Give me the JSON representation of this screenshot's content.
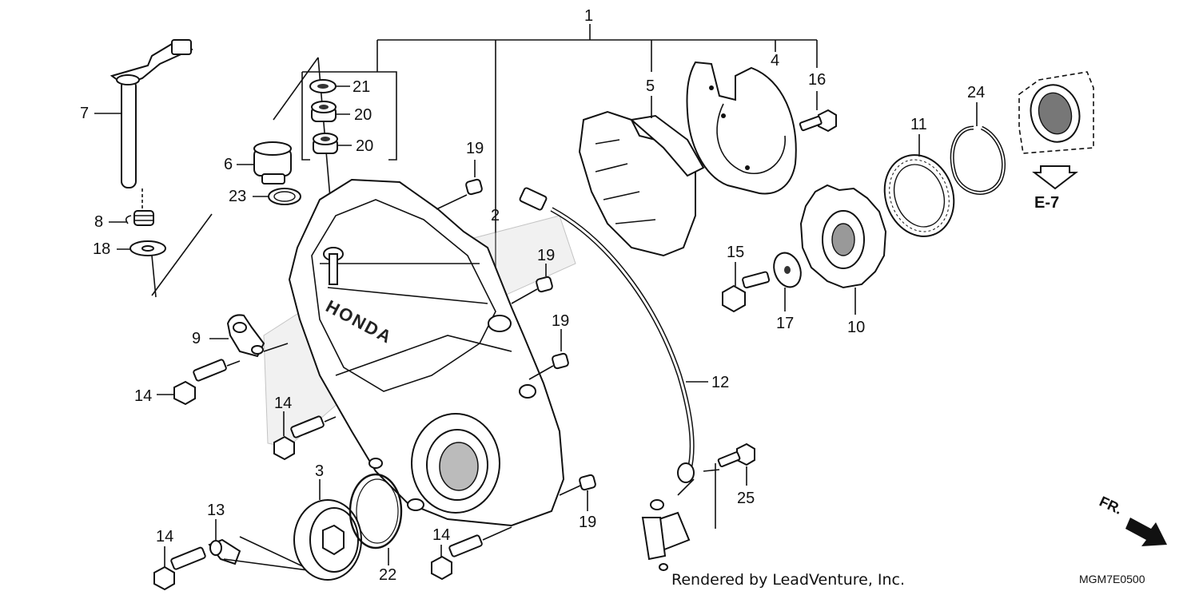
{
  "diagram": {
    "callouts": [
      "1",
      "2",
      "3",
      "4",
      "5",
      "6",
      "7",
      "8",
      "9",
      "10",
      "11",
      "12",
      "13",
      "14",
      "14",
      "14",
      "14",
      "15",
      "16",
      "17",
      "18",
      "19",
      "19",
      "19",
      "19",
      "20",
      "20",
      "21",
      "22",
      "23",
      "24",
      "25"
    ],
    "labels": {
      "p1": "1",
      "p2": "2",
      "p3": "3",
      "p4": "4",
      "p5": "5",
      "p6": "6",
      "p7": "7",
      "p8": "8",
      "p9": "9",
      "p10": "10",
      "p11": "11",
      "p12": "12",
      "p13": "13",
      "p14a": "14",
      "p14b": "14",
      "p14c": "14",
      "p14d": "14",
      "p15": "15",
      "p16": "16",
      "p17": "17",
      "p18": "18",
      "p19a": "19",
      "p19b": "19",
      "p19c": "19",
      "p19d": "19",
      "p20a": "20",
      "p20b": "20",
      "p21": "21",
      "p22": "22",
      "p23": "23",
      "p24": "24",
      "p25": "25"
    },
    "reference": "E-7",
    "front_marker": "FR.",
    "cover_logo": "HONDA",
    "credit": "Rendered by LeadVenture, Inc.",
    "diagram_code": "MGM7E0500"
  }
}
